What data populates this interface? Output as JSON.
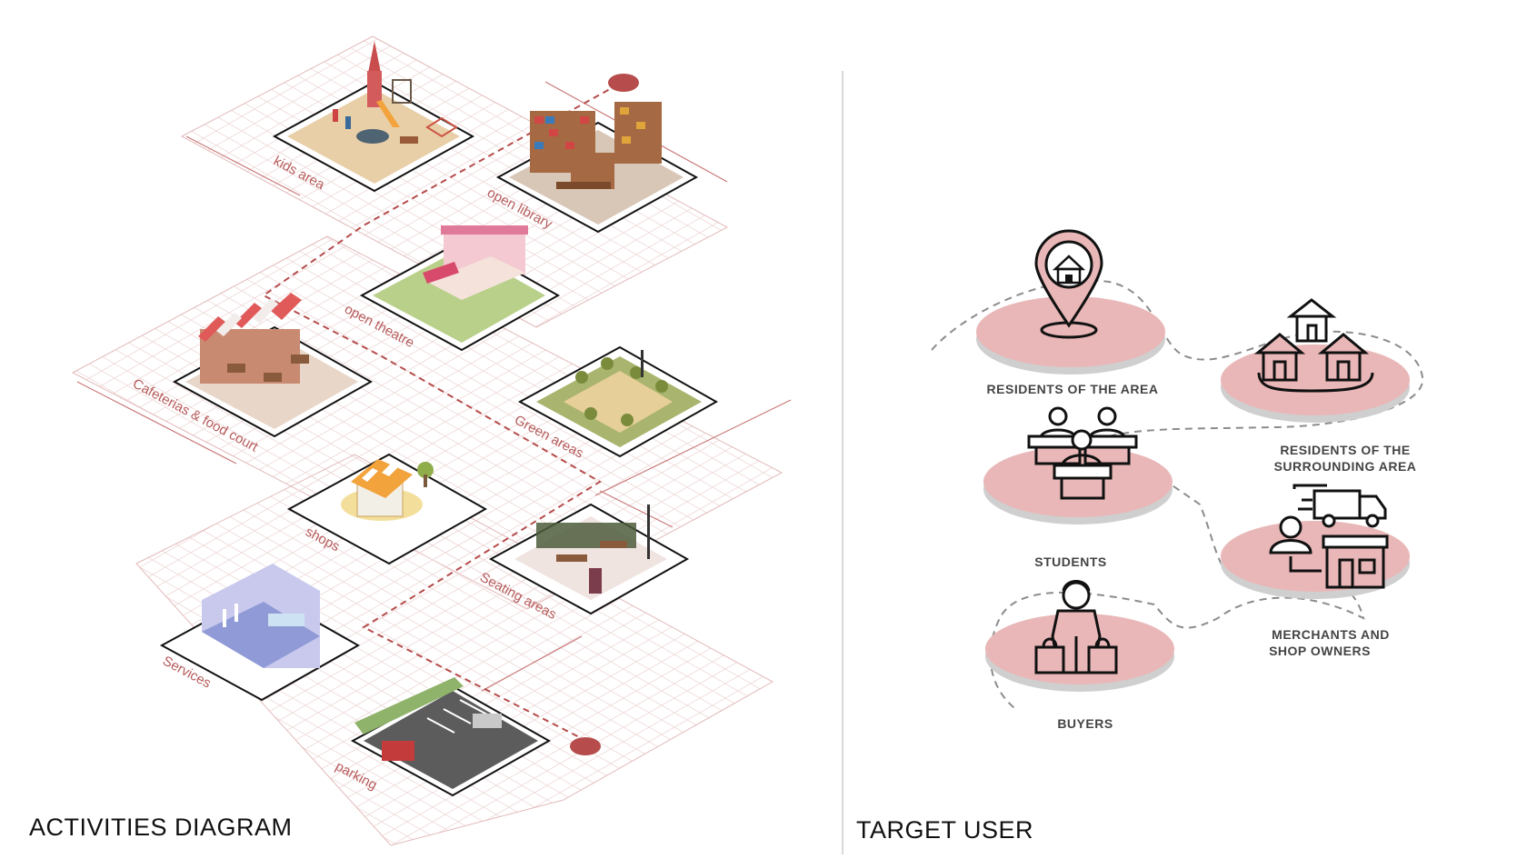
{
  "activities": {
    "title": "ACTIVITIES DIAGRAM",
    "items": [
      {
        "id": "kids",
        "label": "kids area"
      },
      {
        "id": "library",
        "label": "open library"
      },
      {
        "id": "theatre",
        "label": "open theatre"
      },
      {
        "id": "cafe",
        "label": "Cafeterias & food court"
      },
      {
        "id": "green",
        "label": "Green areas"
      },
      {
        "id": "shops",
        "label": "shops"
      },
      {
        "id": "seating",
        "label": "Seating areas"
      },
      {
        "id": "services",
        "label": "Services"
      },
      {
        "id": "parking",
        "label": "parking"
      }
    ]
  },
  "target": {
    "title": "TARGET USER",
    "users": [
      {
        "id": "residents",
        "line1": "RESIDENTS OF THE AREA",
        "line2": ""
      },
      {
        "id": "surrounding",
        "line1": "RESIDENTS OF THE",
        "line2": "SURROUNDING AREA"
      },
      {
        "id": "students",
        "line1": "STUDENTS",
        "line2": ""
      },
      {
        "id": "merchants",
        "line1": "MERCHANTS AND",
        "line2": "SHOP OWNERS"
      },
      {
        "id": "buyers",
        "line1": "BUYERS",
        "line2": ""
      }
    ]
  },
  "colors": {
    "grid": "#ecd2d2",
    "accent": "#b64c4c",
    "disc": "#e9b7b7",
    "disc_edge": "#cfcfcf",
    "divider": "#bdbdbd"
  }
}
